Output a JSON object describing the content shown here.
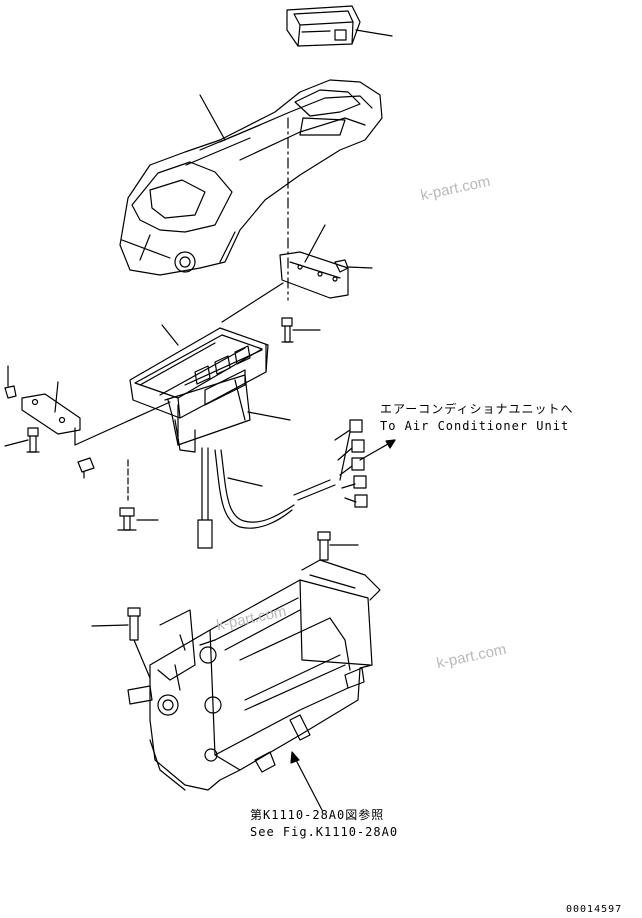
{
  "annotations": {
    "aircon_jp": "エアーコンディショナユニットへ",
    "aircon_en": "To Air Conditioner Unit",
    "seefig_jp": "第K1110-28A0図参照",
    "seefig_en": "See Fig.K1110-28A0"
  },
  "watermarks": [
    "k-part.com",
    "k-part.com",
    "k-part.com"
  ],
  "serial_number": "00014597",
  "colors": {
    "line": "#000000",
    "watermark": "#b9b9b9",
    "background": "#ffffff"
  }
}
